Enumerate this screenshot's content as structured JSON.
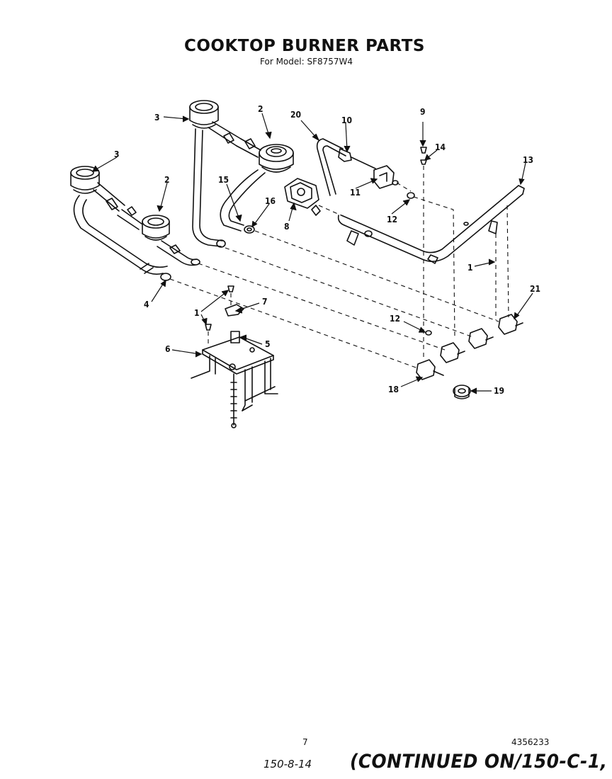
{
  "header": {
    "title": "COOKTOP BURNER PARTS",
    "subtitle": "For Model: SF8757W4"
  },
  "callouts": {
    "c1a": "1",
    "c1b": "1",
    "c2a": "2",
    "c2b": "2",
    "c3a": "3",
    "c3b": "3",
    "c4": "4",
    "c5": "5",
    "c6": "6",
    "c7": "7",
    "c8": "8",
    "c9": "9",
    "c10": "10",
    "c11": "11",
    "c12a": "12",
    "c12b": "12",
    "c13": "13",
    "c14": "14",
    "c15": "15",
    "c16": "16",
    "c18": "18",
    "c19": "19",
    "c20": "20",
    "c21": "21"
  },
  "footer": {
    "page_number": "7",
    "doc_number": "4356233",
    "handwritten_ref": "150-8-14",
    "continued": "(CONTINUED ON/150-C-1,"
  }
}
